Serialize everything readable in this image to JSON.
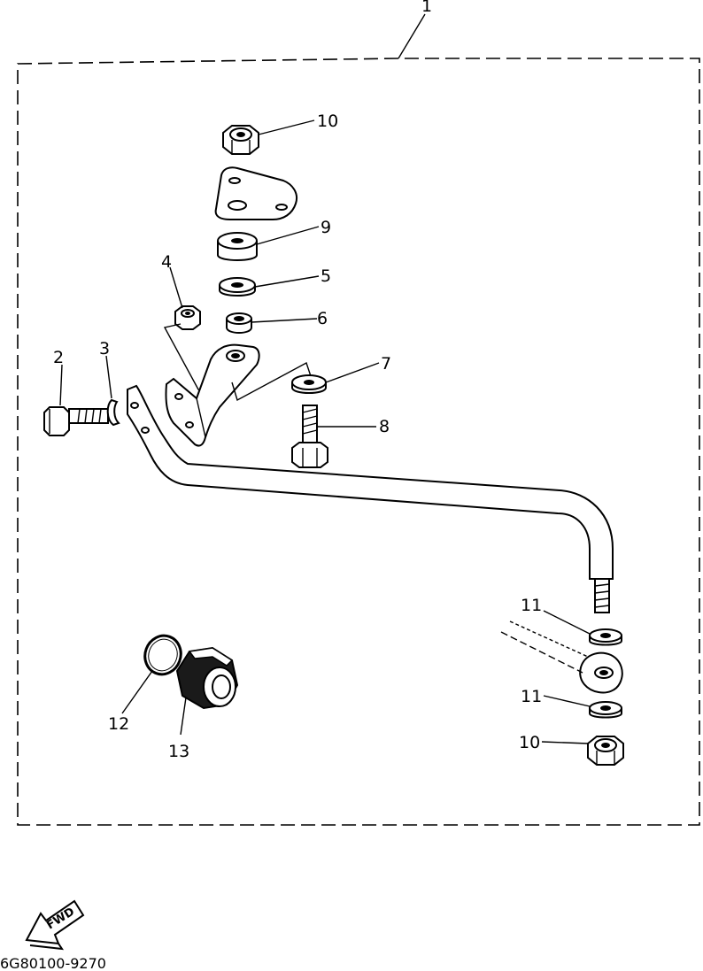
{
  "diagram": {
    "assembly_label": "1",
    "part_labels": {
      "p2": "2",
      "p3": "3",
      "p4": "4",
      "p5": "5",
      "p6": "6",
      "p7": "7",
      "p8": "8",
      "p9": "9",
      "p10_top": "10",
      "p10_bottom": "10",
      "p11_top": "11",
      "p11_bottom": "11",
      "p12": "12",
      "p13": "13"
    },
    "direction_badge": "FWD",
    "drawing_code": "6G80100-9270"
  }
}
